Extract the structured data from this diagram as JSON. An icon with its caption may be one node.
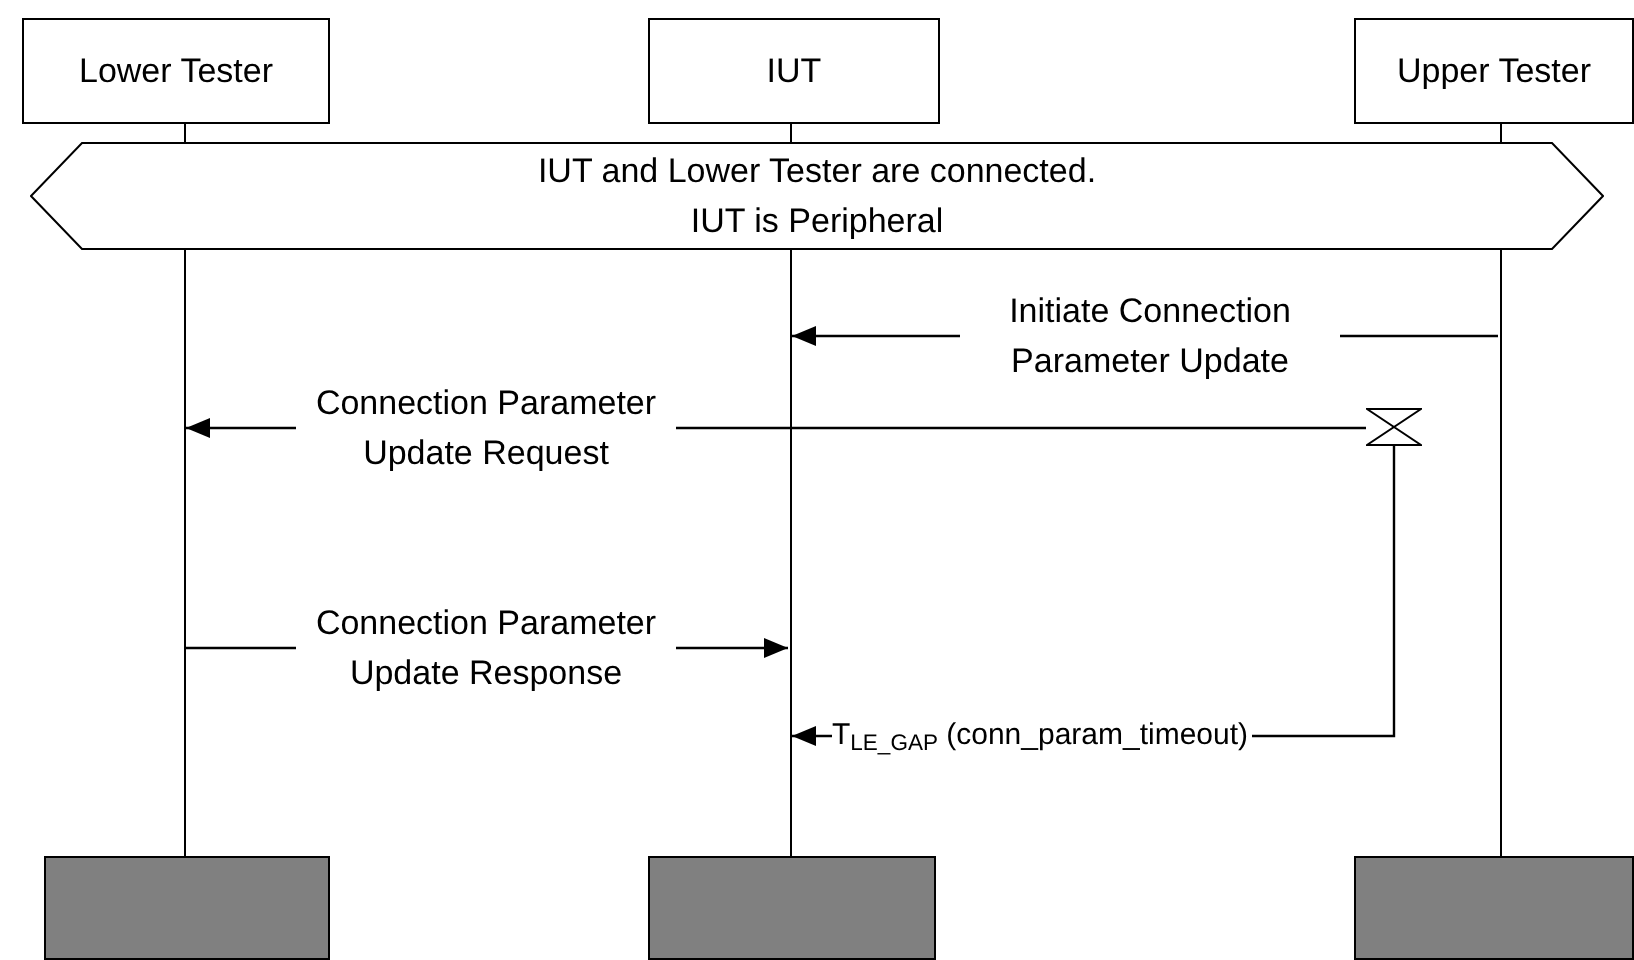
{
  "diagram": {
    "nodes": [
      {
        "text": [
          "Lower Tester"
        ]
      },
      {
        "text": [
          "IUT"
        ]
      },
      {
        "text": [
          "Upper Tester"
        ]
      },
      {
        "text": [
          "IUT and Lower Tester are connected.",
          "IUT is Peripheral"
        ]
      },
      {
        "text": [],
        "shape": "line"
      },
      {
        "text": [],
        "shape": "line"
      },
      {
        "text": [],
        "shape": "line"
      },
      {
        "text": [],
        "shape": "hourglass"
      },
      {
        "text": [],
        "shape": "bar"
      },
      {
        "text": [],
        "shape": "bar"
      },
      {
        "text": [],
        "shape": "bar"
      }
    ],
    "edges": [
      {
        "from": 6,
        "to": 5,
        "arrow": "to",
        "label": "Initiate Connection Parameter Update"
      },
      {
        "from": 7,
        "to": 4,
        "arrow": "to",
        "label": "Connection Parameter Update Request"
      },
      {
        "from": 4,
        "to": 5,
        "arrow": "to",
        "label": "Connection Parameter Update Response"
      },
      {
        "from": 7,
        "to": 5,
        "arrow": "to",
        "label": "T$_{LE_GAP}$ (conn_param_timeout)"
      }
    ]
  }
}
